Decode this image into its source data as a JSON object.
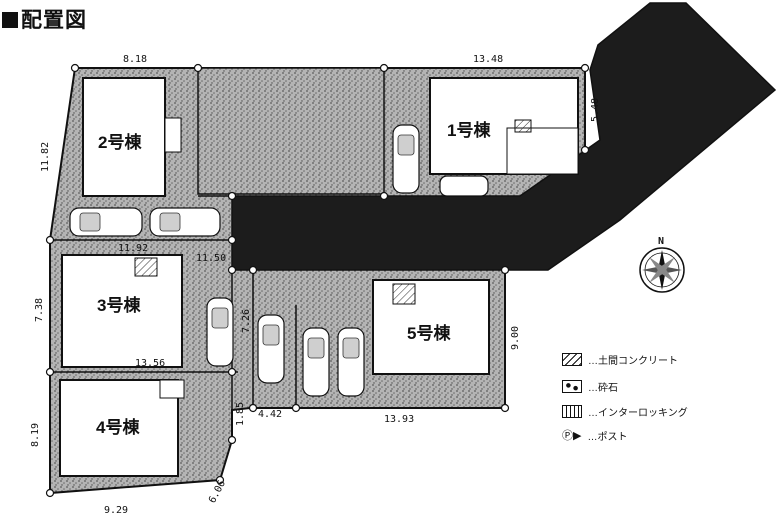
{
  "title": "配置図",
  "buildings": [
    {
      "label": "1号棟"
    },
    {
      "label": "2号棟"
    },
    {
      "label": "3号棟"
    },
    {
      "label": "4号棟"
    },
    {
      "label": "5号棟"
    }
  ],
  "dimensions": {
    "d_8_18": "8.18",
    "d_13_48": "13.48",
    "d_11_82": "11.82",
    "d_5_48": "5.48",
    "d_11_92": "11.92",
    "d_11_50": "11.50",
    "d_7_38": "7.38",
    "d_7_26": "7.26",
    "d_9_00": "9.00",
    "d_13_56": "13.56",
    "d_1_85": "1.85",
    "d_4_42": "4.42",
    "d_13_93": "13.93",
    "d_8_19": "8.19",
    "d_6_06": "6.06",
    "d_9_29": "9.29"
  },
  "compass": {
    "north_label": "N"
  },
  "legend": [
    {
      "icon": "hatch-swatch-icon",
      "text": "…土間コンクリート"
    },
    {
      "icon": "gravel-swatch-icon",
      "text": "…砕石"
    },
    {
      "icon": "brick-swatch-icon",
      "text": "…インターロッキング"
    },
    {
      "icon": "post-symbol-icon",
      "symbol": "Ⓟ▶",
      "text": "…ポスト"
    }
  ],
  "colors": {
    "road": "#1c1c1c",
    "gravel": "#9a9a9a",
    "building": "#ffffff",
    "line": "#111111"
  }
}
